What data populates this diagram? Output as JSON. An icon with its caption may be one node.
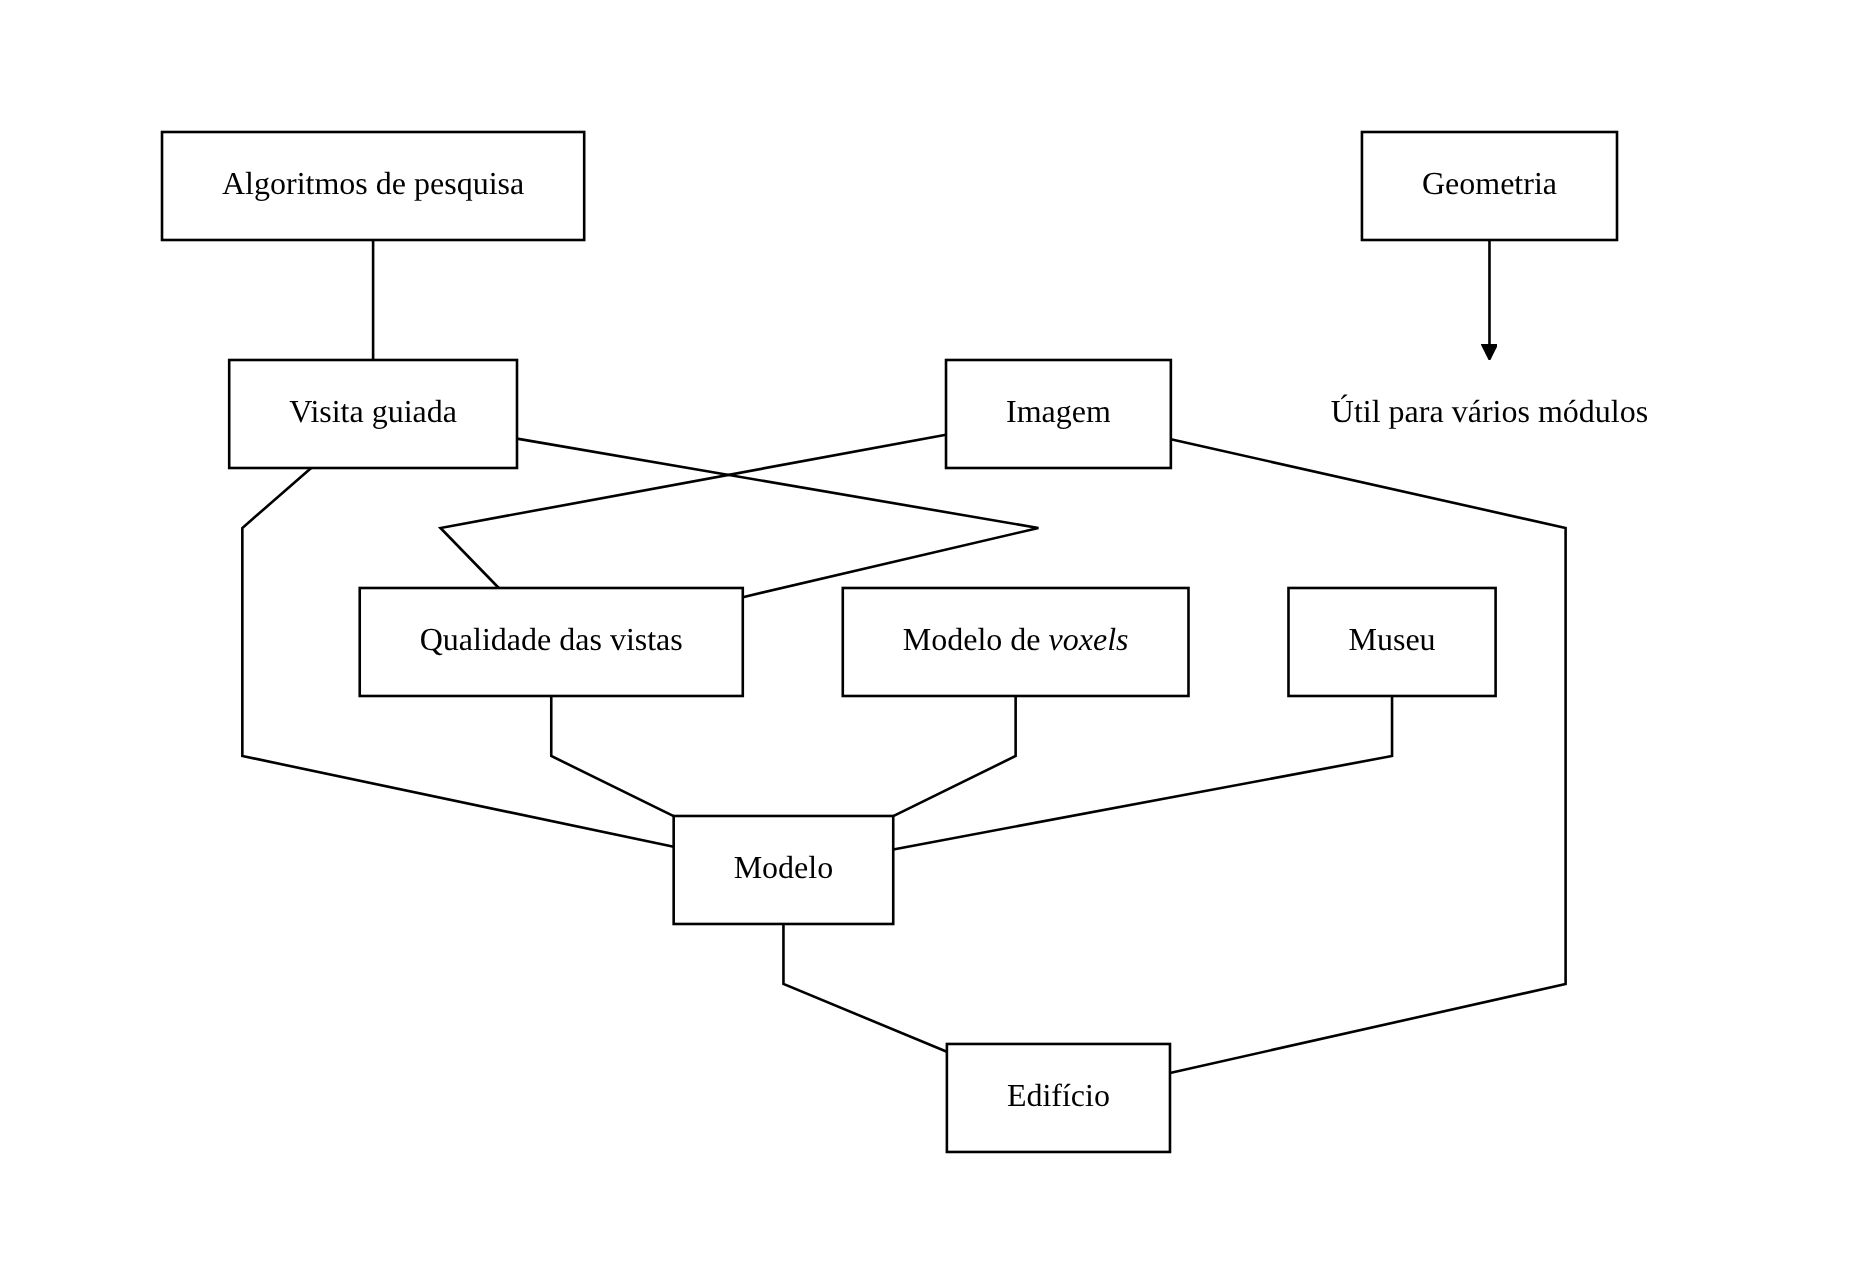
{
  "diagram": {
    "nodes": [
      {
        "text": [
          "Algoritmos de pesquisa"
        ]
      },
      {
        "text": [
          "Imagem"
        ]
      },
      {
        "text": [
          "Visita guiada"
        ]
      },
      {
        "text": [
          "Qualidade das vistas"
        ]
      },
      {
        "text": [
          "Modelo de *voxels*"
        ]
      },
      {
        "text": [
          "Modelo"
        ]
      },
      {
        "text": [
          "Museu"
        ]
      },
      {
        "text": [
          "Edifício"
        ]
      },
      {
        "text": [
          "Geometria"
        ]
      },
      {
        "text": [
          "Útil para vários módulos"
        ]
      }
    ],
    "edges": [
      {
        "from": 0,
        "to": 2,
        "arrow": "none"
      },
      {
        "from": 1,
        "to": 3,
        "arrow": "none"
      },
      {
        "from": 2,
        "to": 3,
        "arrow": "none"
      },
      {
        "from": 2,
        "to": 5,
        "arrow": "none"
      },
      {
        "from": 3,
        "to": 5,
        "arrow": "none"
      },
      {
        "from": 4,
        "to": 5,
        "arrow": "none"
      },
      {
        "from": 6,
        "to": 5,
        "arrow": "none"
      },
      {
        "from": 5,
        "to": 7,
        "arrow": "none"
      },
      {
        "from": 1,
        "to": 7,
        "arrow": "none"
      },
      {
        "from": 8,
        "to": 9,
        "arrow": "to"
      }
    ]
  }
}
